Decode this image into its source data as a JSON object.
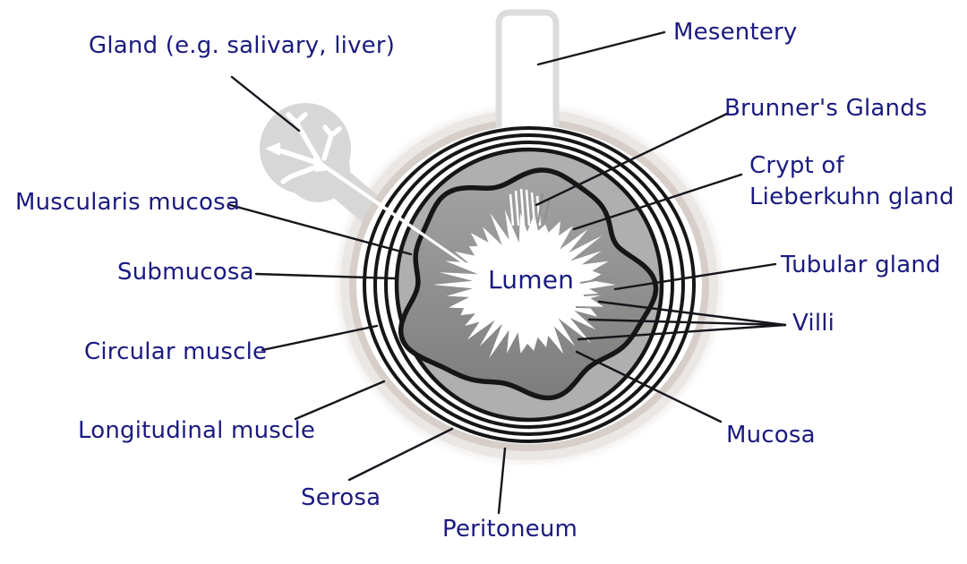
{
  "diagram": {
    "labels": {
      "gland": "Gland (e.g. salivary, liver)",
      "mesentery": "Mesentery",
      "brunners_glands": "Brunner's Glands",
      "crypt_line1": "Crypt of",
      "crypt_line2": "Lieberkuhn gland",
      "tubular_gland": "Tubular gland",
      "villi": "Villi",
      "mucosa": "Mucosa",
      "muscularis_mucosa": "Muscularis mucosa",
      "submucosa": "Submucosa",
      "circular_muscle": "Circular muscle",
      "longitudinal_muscle": "Longitudinal muscle",
      "serosa": "Serosa",
      "peritoneum": "Peritoneum",
      "lumen": "Lumen"
    },
    "colors": {
      "label_text": "#1a1a80",
      "leader_line": "#15151c",
      "outline": "#161616",
      "halo": "#eae7e5",
      "halo_soft": "#f4f3f2",
      "serosa_ring": "#d7cec9",
      "white": "#ffffff",
      "submucosa": "#afafaf",
      "mucosa_top": "#a4a4a4",
      "mucosa_bottom": "#7d7d7d",
      "gland": "#d7d7d7",
      "tube_stroke": "#dcdcdc",
      "villi_gray": "#8f8f8f"
    }
  }
}
